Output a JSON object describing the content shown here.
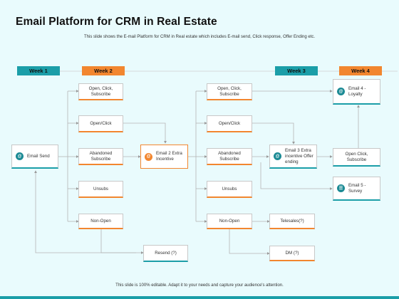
{
  "title": "Email Platform for CRM in Real Estate",
  "subtitle": "This slide shows the E-mail Platform for CRM in Real estate which includes E-mail send, Click response, Offer Ending etc.",
  "weeks": [
    "Week 1",
    "Week 2",
    "Week 3",
    "Week 4"
  ],
  "nodes": {
    "email_send": "Email Send",
    "w2_open_click_subscribe": "Open, Click, Subscribe",
    "w2_open_click": "Open/Click",
    "w2_abandoned_subscribe": "Abandoned Subscribe",
    "w2_unsubs": "Unsubs",
    "w2_non_open": "Non-Open",
    "email2": "Email 2 Extra Incentive",
    "w3_open_click_subscribe": "Open, Click, Subscribe",
    "w3_open_click": "Open/Click",
    "w3_abandoned_subscribe": "Abandoned Subscribe",
    "w3_unsubs": "Unsubs",
    "w3_non_open": "Non-Open",
    "email3": "Email 3 Extra incentive Offer ending",
    "telesales": "Telesales(?)",
    "dm": "DM (?)",
    "resend": "Resend (?)",
    "email4": "Email 4 - Loyalty",
    "w4_open_click_subscribe": "Open Click, Subscribe",
    "email5": "Email 5 -Survey"
  },
  "footer": "This slide is 100% editable. Adapt it to your needs and capture your audience's attention.",
  "colors": {
    "teal": "#1b9ea8",
    "orange": "#f2862f",
    "background": "#e9fbfd"
  }
}
